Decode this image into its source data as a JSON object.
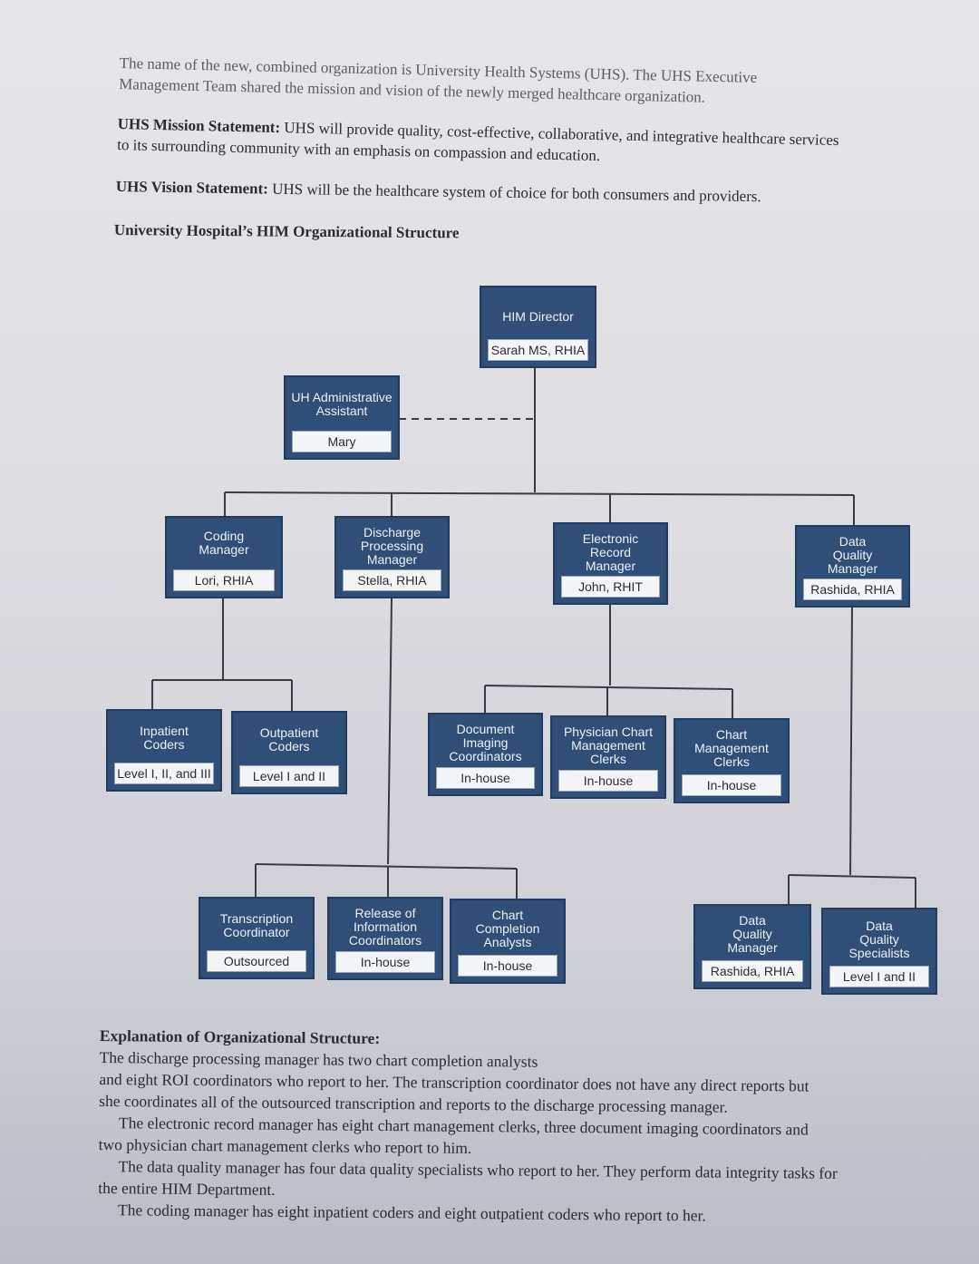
{
  "intro": {
    "line1": "The name of the new, combined organization is University Health Systems (UHS). The UHS Executive",
    "line2": "Management Team shared the mission and vision of the newly merged healthcare organization."
  },
  "mission": {
    "label": "UHS Mission Statement:",
    "text1": " UHS will provide quality, cost-effective, collaborative, and integrative healthcare services",
    "text2": "to its surrounding community with an emphasis on compassion and education."
  },
  "vision": {
    "label": "UHS Vision Statement:",
    "text": " UHS will be the healthcare system of choice for both consumers and providers."
  },
  "chart_heading": "University Hospital’s HIM Organizational Structure",
  "org": {
    "director": {
      "title": "HIM Director",
      "name": "Sarah MS, RHIA"
    },
    "assistant": {
      "title": "UH Administrative\nAssistant",
      "name": "Mary"
    },
    "coding_manager": {
      "title": "Coding\nManager",
      "name": "Lori, RHIA"
    },
    "discharge_manager": {
      "title": "Discharge\nProcessing\nManager",
      "name": "Stella, RHIA"
    },
    "ehr_manager": {
      "title": "Electronic\nRecord\nManager",
      "name": "John, RHIT"
    },
    "dq_manager_top": {
      "title": "Data\nQuality\nManager",
      "name": "Rashida, RHIA"
    },
    "inpatient": {
      "title": "Inpatient\nCoders",
      "name": "Level I, II, and III"
    },
    "outpatient": {
      "title": "Outpatient\nCoders",
      "name": "Level I and II"
    },
    "doc_imaging": {
      "title": "Document\nImaging\nCoordinators",
      "name": "In-house"
    },
    "physician_chart": {
      "title": "Physician Chart\nManagement\nClerks",
      "name": "In-house"
    },
    "chart_mgmt": {
      "title": "Chart\nManagement\nClerks",
      "name": "In-house"
    },
    "transcription": {
      "title": "Transcription\nCoordinator",
      "name": "Outsourced"
    },
    "roi": {
      "title": "Release of\nInformation\nCoordinators",
      "name": "In-house"
    },
    "chart_completion": {
      "title": "Chart\nCompletion\nAnalysts",
      "name": "In-house"
    },
    "dq_manager_bottom": {
      "title": "Data\nQuality\nManager",
      "name": "Rashida, RHIA"
    },
    "dq_specialists": {
      "title": "Data\nQuality\nSpecialists",
      "name": "Level I and II"
    }
  },
  "explanation": {
    "label": "Explanation of Organizational Structure:",
    "p1a": " The discharge processing manager has two chart completion analysts",
    "p1b": "and eight ROI coordinators who report to her. The transcription coordinator does not have any direct reports but",
    "p1c": "she coordinates all of the outsourced transcription and reports to the discharge processing manager.",
    "p2a": "The electronic record manager has eight chart management clerks, three document imaging coordinators and",
    "p2b": "two physician chart management clerks who report to him.",
    "p3a": "The data quality manager has four data quality specialists who report to her. They perform data integrity tasks for",
    "p3b": "the entire HIM Department.",
    "p4": "The coding manager has eight inpatient coders and eight outpatient coders who report to her."
  }
}
